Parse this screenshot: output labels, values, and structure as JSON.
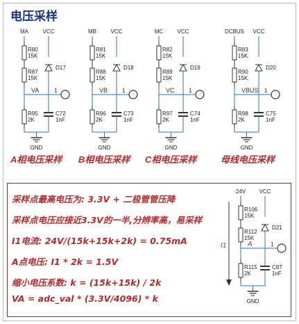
{
  "title": "电压采样",
  "channels": [
    {
      "top_net": "MA",
      "vcc": "VCC",
      "r_top": "R80",
      "r_top_val": "15K",
      "r_mid": "R87",
      "r_mid_val": "15K",
      "diode": "D17",
      "node": "VA",
      "pin": "1",
      "r_bot": "R95",
      "r_bot_val": "2K",
      "cap": "C72",
      "cap_val": "1nF",
      "gnd": "GND",
      "caption": "A相电压采样"
    },
    {
      "top_net": "MB",
      "vcc": "VCC",
      "r_top": "R81",
      "r_top_val": "15K",
      "r_mid": "R88",
      "r_mid_val": "15K",
      "diode": "D18",
      "node": "VB",
      "pin": "1",
      "r_bot": "R96",
      "r_bot_val": "2K",
      "cap": "C73",
      "cap_val": "1nF",
      "gnd": "GND",
      "caption": "B相电压采样"
    },
    {
      "top_net": "MC",
      "vcc": "VCC",
      "r_top": "R82",
      "r_top_val": "15K",
      "r_mid": "R89",
      "r_mid_val": "15K",
      "diode": "D19",
      "node": "VC",
      "pin": "1",
      "r_bot": "R97",
      "r_bot_val": "2K",
      "cap": "C74",
      "cap_val": "1nF",
      "gnd": "GND",
      "caption": "C相电压采样"
    },
    {
      "top_net": "DCBUS",
      "vcc": "VCC",
      "r_top": "R83",
      "r_top_val": "15K",
      "r_mid": "R90",
      "r_mid_val": "15K",
      "diode": "D20",
      "node": "VBUS",
      "pin": "1",
      "r_bot": "R98",
      "r_bot_val": "2K",
      "cap": "C75",
      "cap_val": "1nF",
      "gnd": "GND",
      "caption": "母线电压采样"
    }
  ],
  "notes": [
    "采样点最高电压为: 3.3V + 二极管管压降",
    "采样点电压应接近3.3V的一半,分辨率高，易采样",
    "I1电流: 24V/(15k+15k+2k) = 0.75mA",
    "A点电压: I1 * 2k = 1.5V",
    "缩小电压系数: k = (15k+15k) / 2k",
    "VA = adc_val * (3.3V/4096) * k"
  ],
  "example": {
    "top_net": "24V",
    "vcc": "VCC",
    "r_top": "R106",
    "r_top_val": "15K",
    "r_mid": "R112",
    "r_mid_val": "15K",
    "diode": "D21",
    "node": "A",
    "pin": "1",
    "r_bot": "R115",
    "r_bot_val": "2K",
    "cap": "C87",
    "cap_val": "1nF",
    "gnd": "GND",
    "current": "I1"
  },
  "colors": {
    "title": "#17357a",
    "wire": "#2a6fd6",
    "note": "#b52a2a",
    "component": "#333333"
  }
}
